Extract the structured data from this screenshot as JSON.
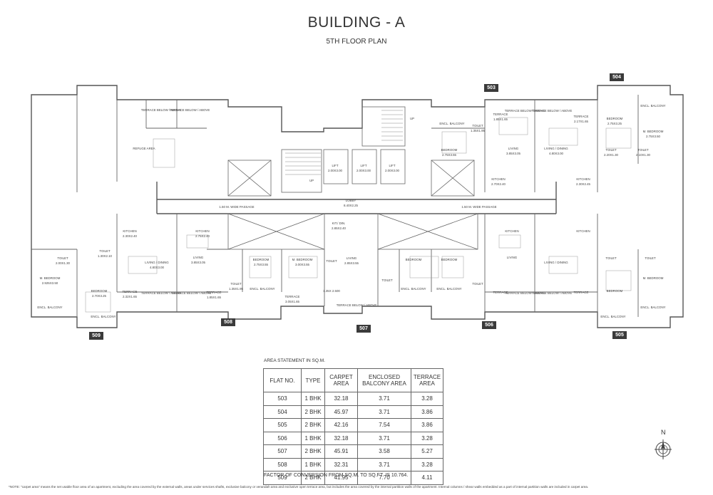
{
  "title": "BUILDING - A",
  "subtitle": "5TH FLOOR PLAN",
  "flat_tags": [
    {
      "label": "503"
    },
    {
      "label": "504"
    },
    {
      "label": "505"
    },
    {
      "label": "506"
    },
    {
      "label": "507"
    },
    {
      "label": "508"
    },
    {
      "label": "509"
    }
  ],
  "rooms": {
    "terrace_below_above": "TERRACE BELOW / ABOVE",
    "refuge_area": "REFUGE AREA",
    "lift": "LIFT",
    "lift_dim": "2.00X3.00",
    "up": "UP",
    "lobby": "LOBBY",
    "lobby_dim": "8.40X2.25",
    "passage": "1.50 M. WIDE PASSAGE",
    "encl_balcony": "ENCL. BALCONY",
    "toilet": "TOILET",
    "bedroom": "BEDROOM",
    "m_bedroom": "M. BEDROOM",
    "living": "LIVING",
    "living_dining": "LIVING / DINING",
    "kitchen": "KITCHEN",
    "kit_din": "KIT./ DIN.",
    "terrace": "TERRACE"
  },
  "room_dims": {
    "t503": "1.85X1.65",
    "t503b": "2.17X1.65",
    "toilet503": "1.35X1.95",
    "bed503": "2.75X3.55",
    "liv503": "3.85X3.05",
    "livdin504": "4.80X3.00",
    "kit503": "2.70X2.40",
    "kit504": "2.30X2.45",
    "bed504": "2.75X3.25",
    "mbed504": "2.75X3.50",
    "toil504a": "2.20X1.30",
    "toil504b": "2.10X1.30",
    "kit509": "2.30X2.40",
    "kit508": "2.75X2.40",
    "kitdin507": "2.85X2.40",
    "toil509a": "2.00X1.30",
    "toil509b": "1.30X2.10",
    "mbed509": "2.925X3.50",
    "bed509": "2.70X3.25",
    "livdin509": "4.80X3.00",
    "liv508": "3.85X3.05",
    "bed508": "2.75X3.55",
    "mbed507": "3.00X3.55",
    "liv507": "2.85X3.55",
    "toil507": "1.35X 2.500",
    "toil508": "1.35X1.95",
    "ter509": "2.32X1.65",
    "ter508": "1.85X1.65",
    "ter507": "3.05X1.65"
  },
  "area_caption": "AREA STATEMENT IN SQ.M.",
  "area_table": {
    "headers": [
      "FLAT NO.",
      "TYPE",
      "CARPET AREA",
      "ENCLOSED BALCONY AREA",
      "TERRACE AREA"
    ],
    "rows": [
      [
        "503",
        "1 BHK",
        "32.18",
        "3.71",
        "3.28"
      ],
      [
        "504",
        "2 BHK",
        "45.97",
        "3.71",
        "3.86"
      ],
      [
        "505",
        "2 BHK",
        "42.16",
        "7.54",
        "3.86"
      ],
      [
        "506",
        "1 BHK",
        "32.18",
        "3.71",
        "3.28"
      ],
      [
        "507",
        "2 BHK",
        "45.91",
        "3.58",
        "5.27"
      ],
      [
        "508",
        "1 BHK",
        "32.31",
        "3.71",
        "3.28"
      ],
      [
        "509",
        "2 BHK",
        "41.95",
        "7.70",
        "4.11"
      ]
    ]
  },
  "factor": "FACTOR OF CONVERSION FROM SQ.M. TO SQ.FT. IS 10.764.",
  "note": "*NOTE: \"carpet area\" means the net usable floor area of an apartment, excluding the area covered by the external walls, areas under services shafts, exclusive balcony or verandah area and exclusive open terrace area, but includes the area covered by the internal partition walls of the apartment. Internal columns / shear walls embedded as a part of internal partition walls are included in carpet area.",
  "north_label": "N",
  "colors": {
    "wall": "#555555",
    "tag": "#3a3a3a",
    "line": "#888888"
  }
}
